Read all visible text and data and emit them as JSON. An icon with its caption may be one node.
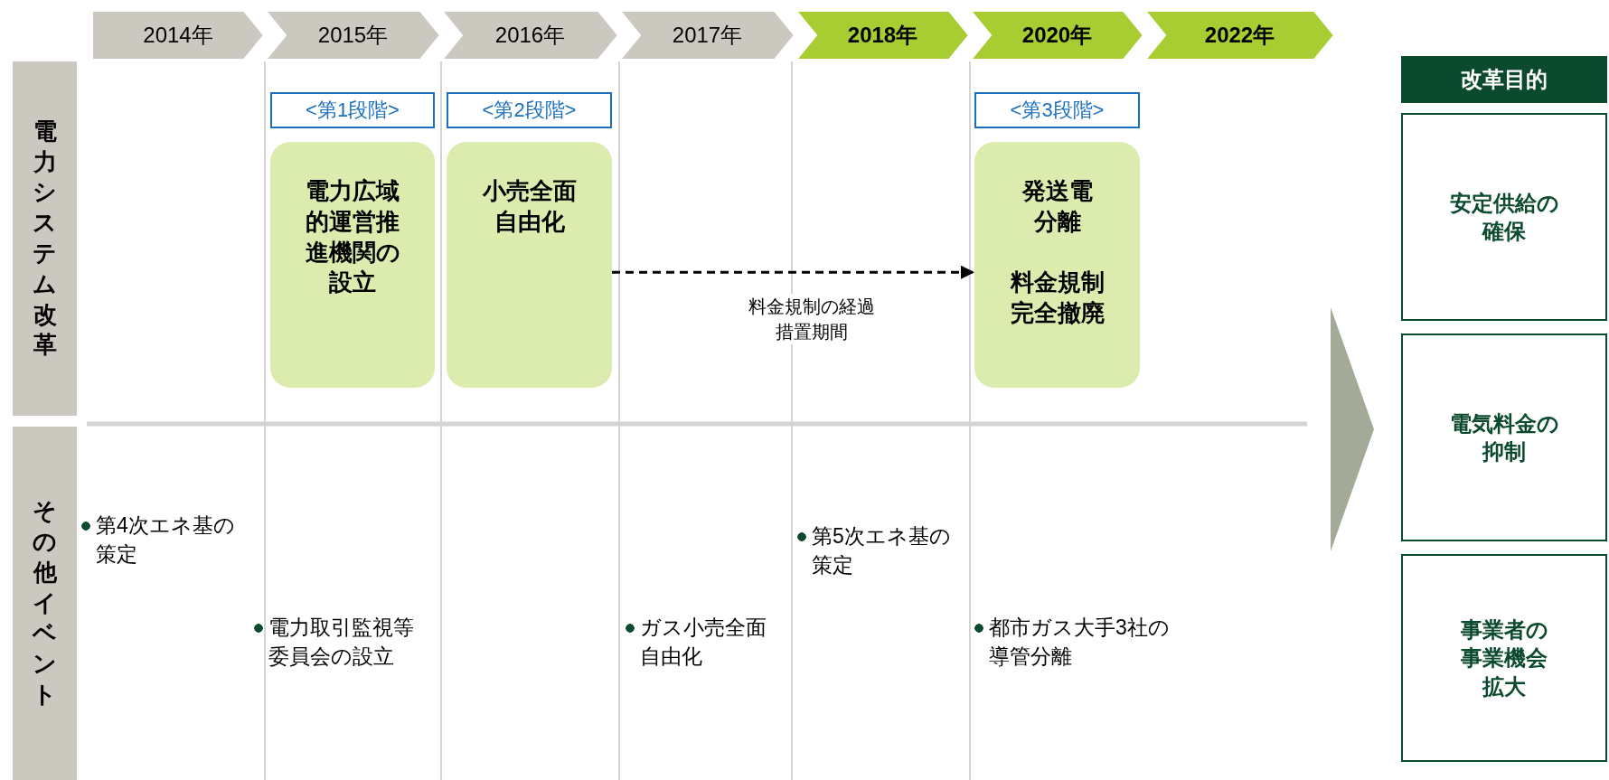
{
  "diagram": {
    "nodes": [
      {
        "text": [
          "2014年"
        ]
      },
      {
        "text": [
          "2015年"
        ]
      },
      {
        "text": [
          "2016年"
        ]
      },
      {
        "text": [
          "2017年"
        ]
      },
      {
        "text": [
          "2018年"
        ]
      },
      {
        "text": [
          "2020年"
        ]
      },
      {
        "text": [
          "2022年"
        ]
      },
      {
        "text": [
          "電力システム改革"
        ]
      },
      {
        "text": [
          "その他イベント"
        ]
      },
      {
        "text": [
          "<第1段階>"
        ]
      },
      {
        "text": [
          "電力広域的運営推進機関の設立"
        ]
      },
      {
        "text": [
          "<第2段階>"
        ]
      },
      {
        "text": [
          "小売全面自由化"
        ]
      },
      {
        "text": [
          "<第3段階>"
        ]
      },
      {
        "text": [
          "発送電分離",
          "料金規制完全撤廃"
        ]
      },
      {
        "text": [
          "改革目的"
        ]
      },
      {
        "text": [
          "安定供給の確保"
        ]
      },
      {
        "text": [
          "電気料金の抑制"
        ]
      },
      {
        "text": [
          "事業者の事業機会拡大"
        ]
      }
    ],
    "edges": [
      {
        "from": 12,
        "to": 14,
        "arrow": "to",
        "style": "dashed",
        "label": "料金規制の経過措置期間"
      }
    ],
    "labels": [
      "第4次エネ基の策定",
      "第5次エネ基の策定",
      "電力取引監視等委員会の設立",
      "ガス小売全面自由化",
      "都市ガス大手3社の導管分離"
    ]
  }
}
